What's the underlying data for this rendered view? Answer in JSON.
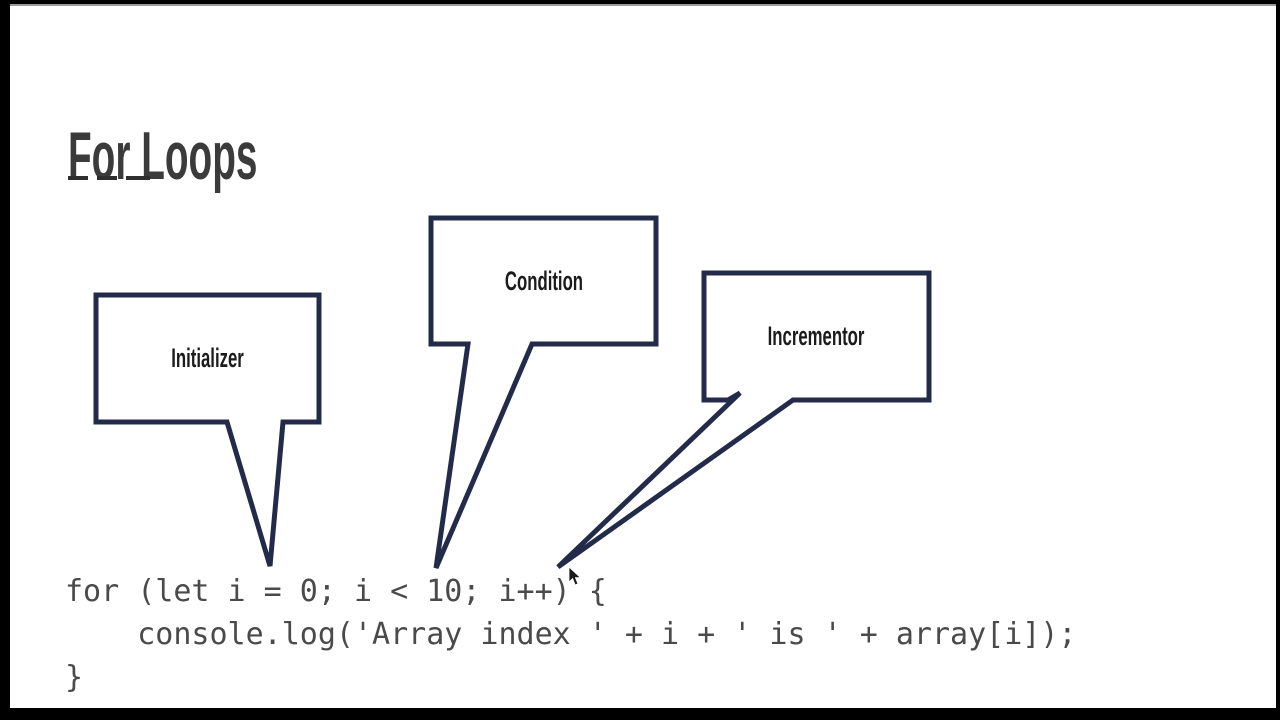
{
  "slide": {
    "title": "For Loops",
    "callouts": [
      {
        "label": "Initializer"
      },
      {
        "label": "Condition"
      },
      {
        "label": "Incrementor"
      }
    ],
    "code": {
      "line1": "for (let i = 0; i < 10; i++) {",
      "line2": "    console.log('Array index ' + i + ' is ' + array[i]);",
      "line3": "}"
    }
  },
  "colors": {
    "callout_border": "#232b4a",
    "callout_fill": "#ffffff",
    "title_text": "#3b3b3b",
    "label_text": "#1b1b1b",
    "code_text": "#4a4a4a",
    "letterbox": "#000000"
  }
}
